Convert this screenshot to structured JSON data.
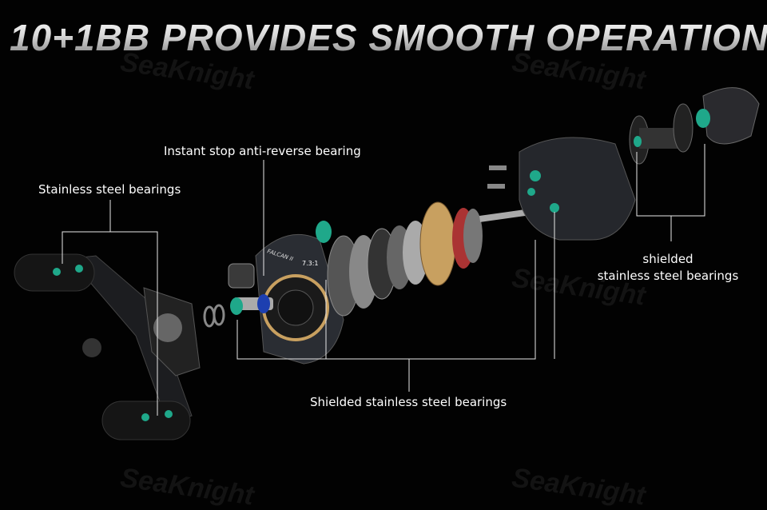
{
  "title": "10+1BB PROVIDES SMOOTH OPERATION",
  "watermark": "SeaKnight",
  "reel_marking": {
    "model": "FALCAN II",
    "ratio": "7.3:1"
  },
  "labels": {
    "handle_bearings": "Stainless steel bearings",
    "anti_reverse": "Instant stop anti-reverse bearing",
    "spool_bearings_line1": "shielded",
    "spool_bearings_line2": "stainless steel bearings",
    "body_bearings": "Shielded stainless steel bearings"
  },
  "colors": {
    "bearing": "#1fa88a",
    "body": "#2a2d33",
    "gear": "#c8a060"
  }
}
